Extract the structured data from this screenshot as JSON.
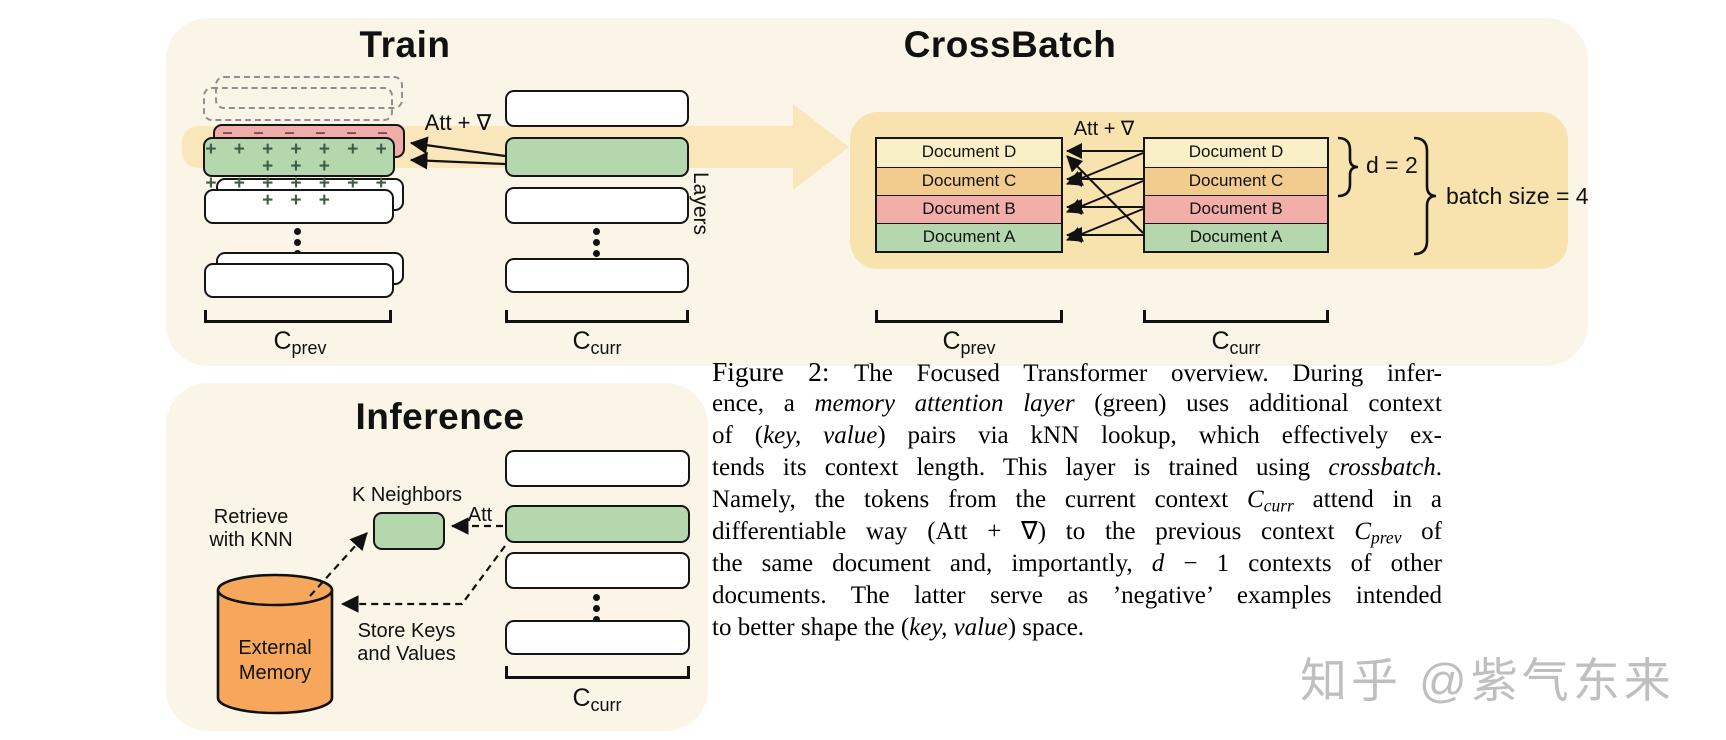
{
  "train": {
    "title": "Train",
    "att_label": "Att + ∇",
    "layers_label": "Layers",
    "plus_row": "+ + + + + + + + + +",
    "minus_row": "– – – – – – – – –",
    "bracket_left": {
      "main": "C",
      "sub": "prev"
    },
    "bracket_right": {
      "main": "C",
      "sub": "curr"
    }
  },
  "crossbatch": {
    "title": "CrossBatch",
    "att_label": "Att + ∇",
    "documents": [
      "Document D",
      "Document C",
      "Document B",
      "Document A"
    ],
    "row_colors": [
      "#FAF0C7",
      "#F2CC8F",
      "#F2AEA9",
      "#B5D7AE"
    ],
    "d_label": "d = 2",
    "batch_label": "batch size = 4",
    "bracket_left": {
      "main": "C",
      "sub": "prev"
    },
    "bracket_right": {
      "main": "C",
      "sub": "curr"
    }
  },
  "inference": {
    "title": "Inference",
    "k_neighbors_label": "K Neighbors",
    "att_label": "Att",
    "retrieve_line1": "Retrieve",
    "retrieve_line2": "with KNN",
    "store_line1": "Store Keys",
    "store_line2": "and Values",
    "memory_line1": "External",
    "memory_line2": "Memory",
    "bracket_label": {
      "main": "C",
      "sub": "curr"
    }
  },
  "caption": {
    "lines": [
      [
        {
          "t": "Figure 2: ",
          "lg": 1
        },
        {
          "t": "The Focused Transformer overview. During infer-"
        }
      ],
      [
        {
          "t": "ence, a "
        },
        {
          "t": "memory attention layer",
          "i": 1
        },
        {
          "t": " (green) uses additional context"
        }
      ],
      [
        {
          "t": "of ("
        },
        {
          "t": "key, value",
          "i": 1
        },
        {
          "t": ") pairs via kNN lookup, which effectively ex-"
        }
      ],
      [
        {
          "t": "tends its context length. This layer is trained using "
        },
        {
          "t": "crossbatch",
          "i": 1
        },
        {
          "t": "."
        }
      ],
      [
        {
          "t": "Namely, the tokens from the current context "
        },
        {
          "t": "C",
          "i": 1
        },
        {
          "t": "curr",
          "i": 1,
          "sub": 1
        },
        {
          "t": " attend in a"
        }
      ],
      [
        {
          "t": "differentiable way (Att + ∇) to the previous context "
        },
        {
          "t": "C",
          "i": 1
        },
        {
          "t": "prev",
          "i": 1,
          "sub": 1
        },
        {
          "t": " of"
        }
      ],
      [
        {
          "t": "the same document and, importantly, "
        },
        {
          "t": "d",
          "i": 1
        },
        {
          "t": " − 1 contexts of other"
        }
      ],
      [
        {
          "t": "documents. The latter serve as ’negative’ examples intended"
        }
      ],
      [
        {
          "t": "to better shape the ("
        },
        {
          "t": "key, value",
          "i": 1
        },
        {
          "t": ") space."
        }
      ]
    ]
  },
  "watermark": "知乎 @紫气东来",
  "colors": {
    "panel_cream": "#FAF5E7",
    "highlight_band": "#F9E7BB",
    "crossbatch_panel": "#F8E2AD",
    "memory_green": "#B5D7AE",
    "negative_pink": "#F0ACA9",
    "doc_yellow": "#FAF0C7",
    "doc_tan": "#F2CC8F",
    "cylinder_orange": "#F6A75C",
    "watermark_gray": "#b5b5b5"
  }
}
